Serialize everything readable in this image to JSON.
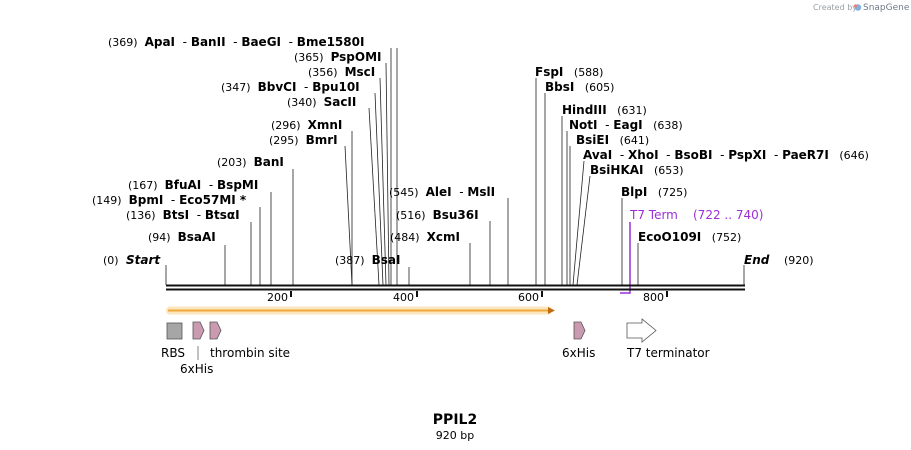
{
  "credit": {
    "prefix": "Created by",
    "brand": "SnapGene"
  },
  "plasmid": {
    "name": "PPIL2",
    "length_label": "920 bp"
  },
  "sequence": {
    "length": 920
  },
  "ends": {
    "start": {
      "label": "Start",
      "position_label": "(0)"
    },
    "end": {
      "label": "End",
      "position_label": "(920)"
    }
  },
  "ruler": {
    "ticks": [
      "200",
      "400",
      "600",
      "800"
    ]
  },
  "enzymes": [
    {
      "position_label": "(369)",
      "names": [
        "ApaI",
        "BanII",
        "BaeGI",
        "Bme1580I"
      ]
    },
    {
      "position_label": "(365)",
      "names": [
        "PspOMI"
      ]
    },
    {
      "position_label": "(356)",
      "names": [
        "MscI"
      ]
    },
    {
      "position_label": "(347)",
      "names": [
        "BbvCI",
        "Bpu10I"
      ]
    },
    {
      "position_label": "(340)",
      "names": [
        "SacII"
      ]
    },
    {
      "position_label": "(296)",
      "names": [
        "XmnI"
      ]
    },
    {
      "position_label": "(295)",
      "names": [
        "BmrI"
      ]
    },
    {
      "position_label": "(203)",
      "names": [
        "BanI"
      ]
    },
    {
      "position_label": "(167)",
      "names": [
        "BfuAI",
        "BspMI"
      ]
    },
    {
      "position_label": "(149)",
      "names": [
        "BpmI",
        "Eco57MI *"
      ]
    },
    {
      "position_label": "(136)",
      "names": [
        "BtsI",
        "BtsαI"
      ]
    },
    {
      "position_label": "(94)",
      "names": [
        "BsaAI"
      ]
    },
    {
      "position_label": "(387)",
      "names": [
        "BsaI"
      ]
    },
    {
      "position_label": "(545)",
      "names": [
        "AleI",
        "MslI"
      ]
    },
    {
      "position_label": "(516)",
      "names": [
        "Bsu36I"
      ]
    },
    {
      "position_label": "(484)",
      "names": [
        "XcmI"
      ]
    },
    {
      "position_label": "(588)",
      "names": [
        "FspI"
      ]
    },
    {
      "position_label": "(605)",
      "names": [
        "BbsI"
      ]
    },
    {
      "position_label": "(631)",
      "names": [
        "HindIII"
      ]
    },
    {
      "position_label": "(638)",
      "names": [
        "NotI",
        "EagI"
      ]
    },
    {
      "position_label": "(641)",
      "names": [
        "BsiEI"
      ]
    },
    {
      "position_label": "(646)",
      "names": [
        "AvaI",
        "XhoI",
        "BsoBI",
        "PspXI",
        "PaeR7I"
      ]
    },
    {
      "position_label": "(653)",
      "names": [
        "BsiHKAI"
      ]
    },
    {
      "position_label": "(725)",
      "names": [
        "BlpI"
      ]
    },
    {
      "position_label": "(752)",
      "names": [
        "EcoO109I"
      ]
    }
  ],
  "primer": {
    "label": "T7 Term",
    "range_label": "(722 .. 740)",
    "color": "#9b30d9"
  },
  "features": [
    {
      "label": "RBS",
      "icon": "rbs-box-icon"
    },
    {
      "label": "6xHis",
      "icon": "his-tag-arrow-icon"
    },
    {
      "label": "thrombin site",
      "icon": "protease-site-arrow-icon"
    },
    {
      "label": "6xHis",
      "icon": "his-tag-arrow-icon"
    },
    {
      "label": "T7 terminator",
      "icon": "terminator-arrow-icon"
    }
  ],
  "colors": {
    "orf_line": "#f0a93a",
    "orf_glow": "#fbe3b8",
    "tag_fill": "#c99ab0",
    "rbs_fill": "#a6a6a6",
    "primer": "#9b30d9"
  }
}
